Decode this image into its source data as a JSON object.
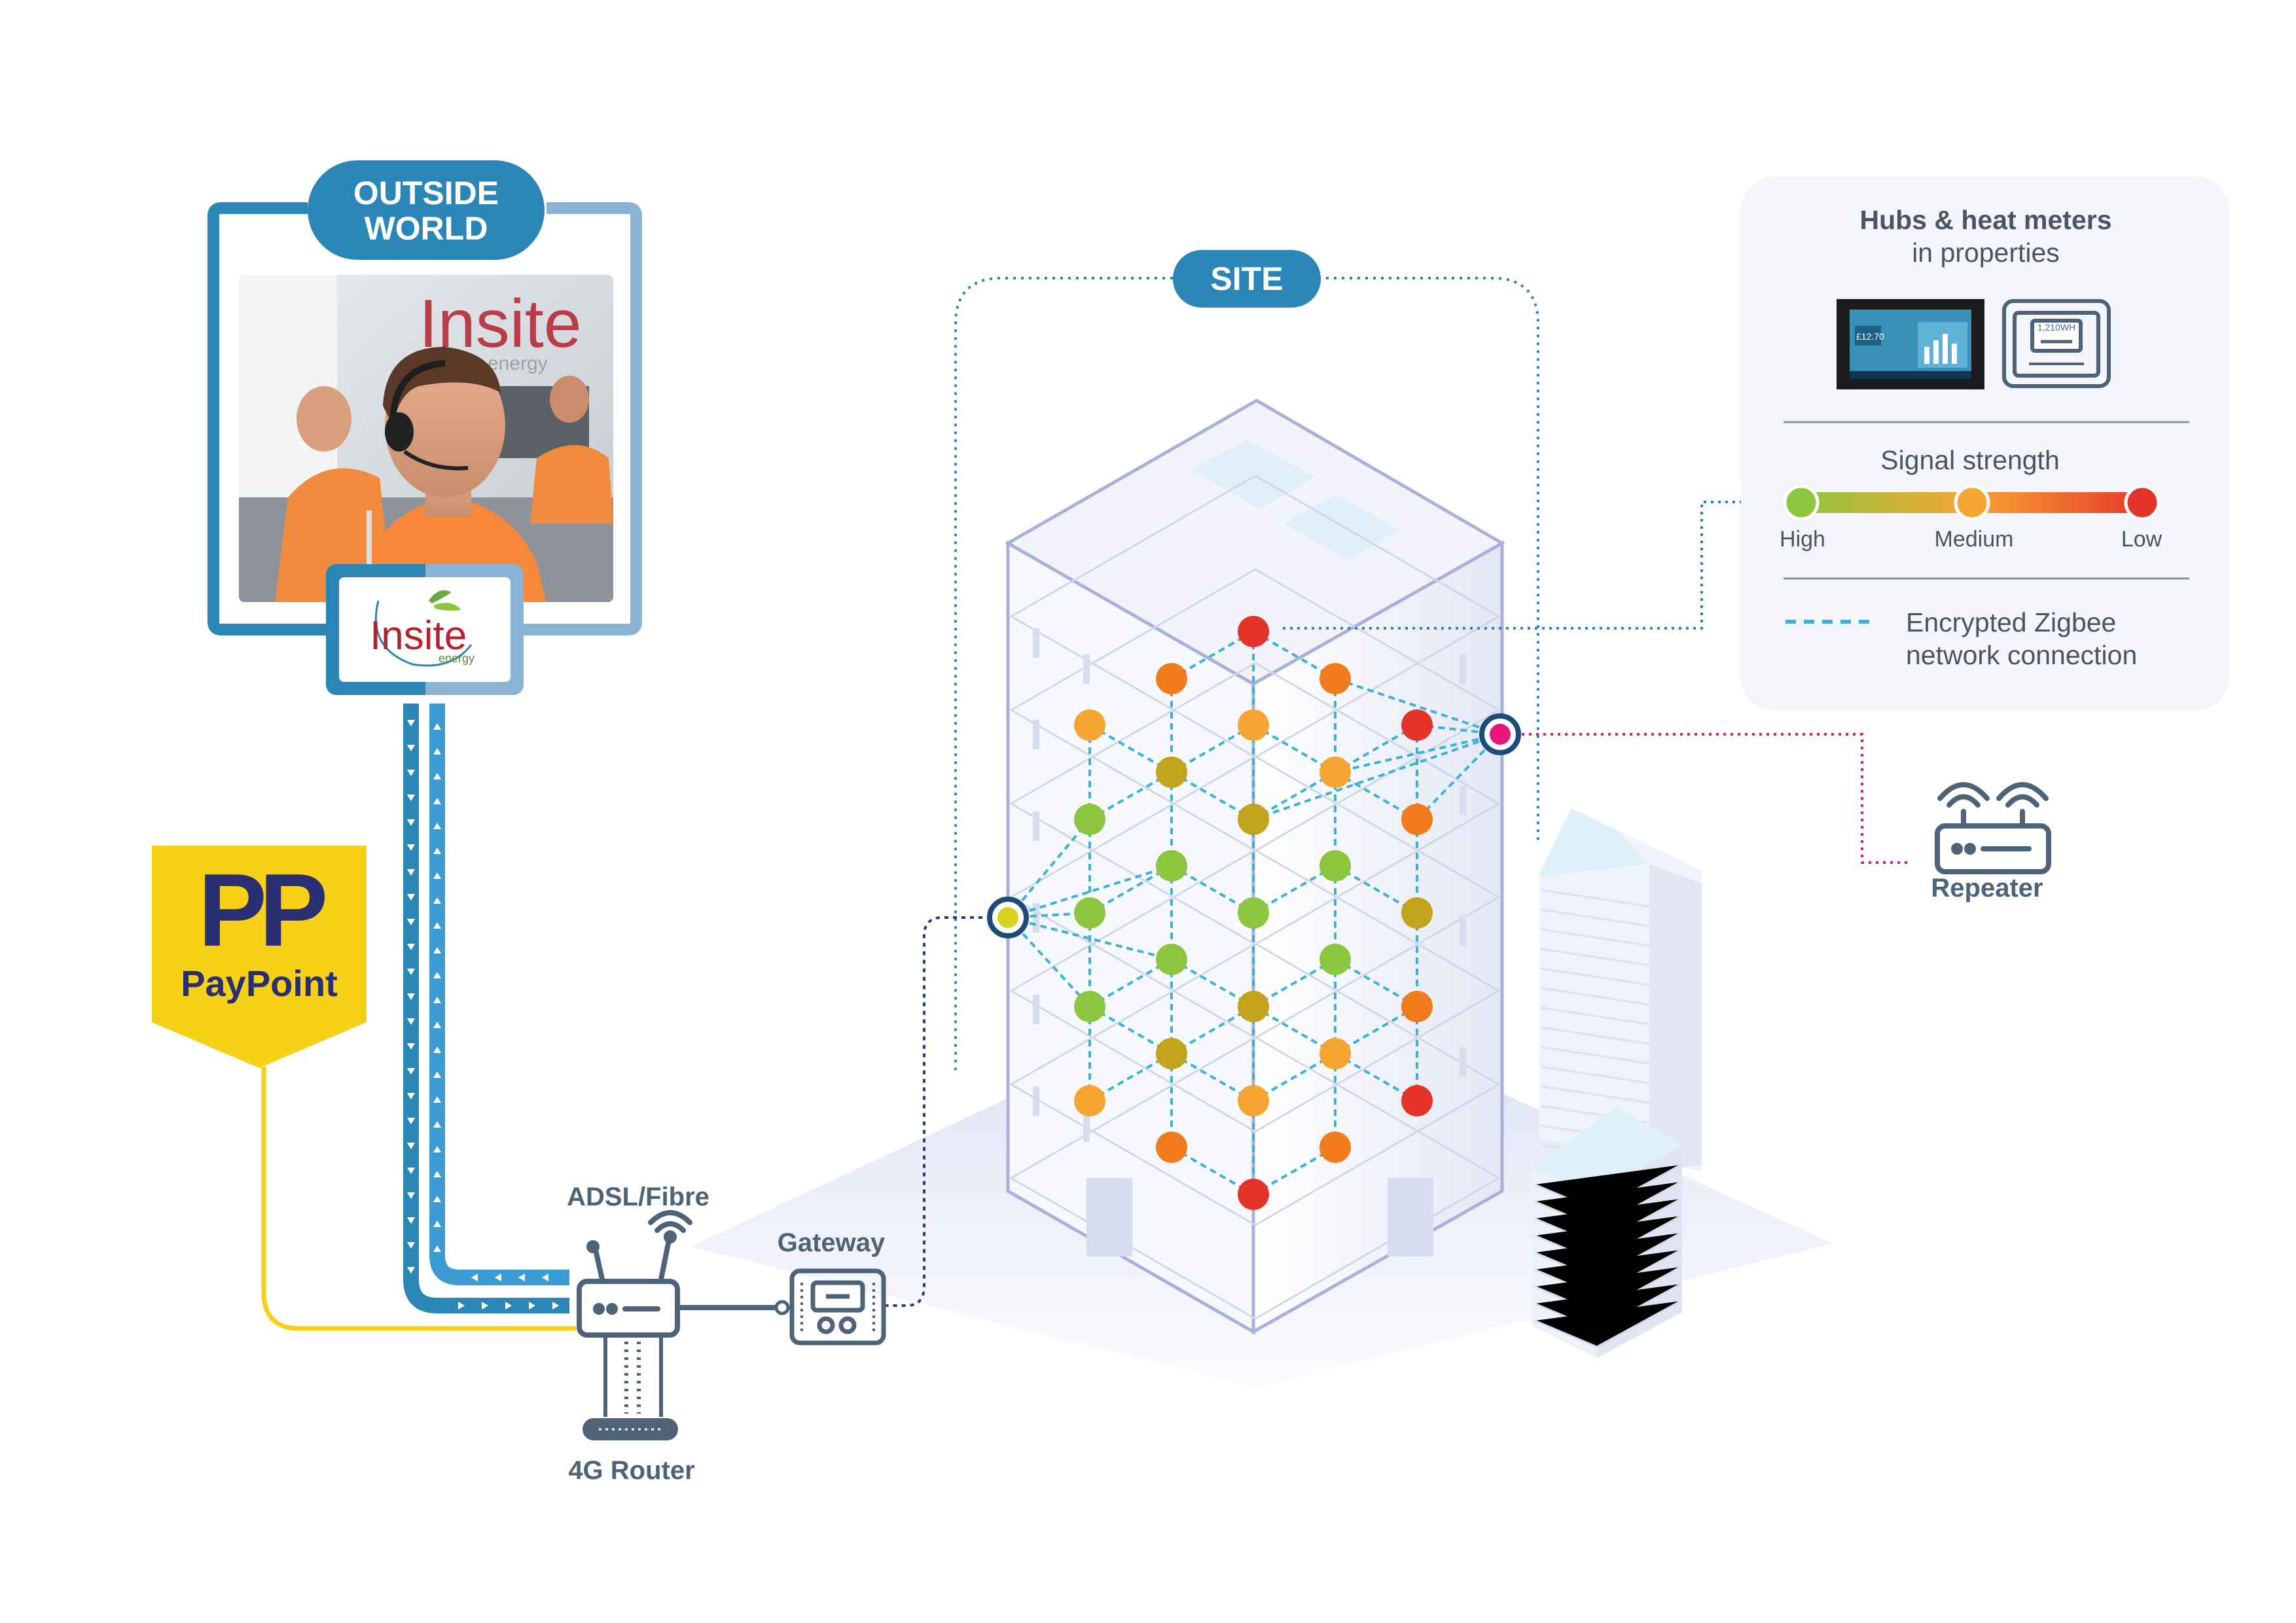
{
  "outside_world": {
    "badge_line1": "OUTSIDE",
    "badge_line2": "WORLD",
    "photo_logo_word": "Insite",
    "photo_logo_sub": "energy",
    "logo_word": "Insite",
    "logo_sub": "energy"
  },
  "paypoint": {
    "mark": "PP",
    "label": "PayPoint"
  },
  "site": {
    "badge": "SITE"
  },
  "devices": {
    "adsl": "ADSL/Fibre",
    "gateway": "Gateway",
    "router_4g": "4G Router",
    "repeater": "Repeater"
  },
  "legend": {
    "title_bold": "Hubs & heat meters",
    "title_sub": "in properties",
    "display_amount": "£12.70",
    "display_reading": "1,210WH",
    "signal_title": "Signal strength",
    "signal_levels": [
      "High",
      "Medium",
      "Low"
    ],
    "link_line1": "Encrypted Zigbee",
    "link_line2": "network connection"
  },
  "colors": {
    "brand_blue": "#2a86b6",
    "light_blue": "#8bb3d6",
    "paypoint_yellow": "#f7d117",
    "paypoint_navy": "#2a2f73",
    "insite_red": "#b3222f",
    "zigbee": "#3bb3d6",
    "high": "#8cc63e",
    "olive": "#c4a31c",
    "medium": "#f7a532",
    "orange": "#f27b1c",
    "low": "#e63329",
    "repeater_node": "#e6157a",
    "gateway_node": "#d6d21e",
    "device_gray": "#4e6377"
  }
}
